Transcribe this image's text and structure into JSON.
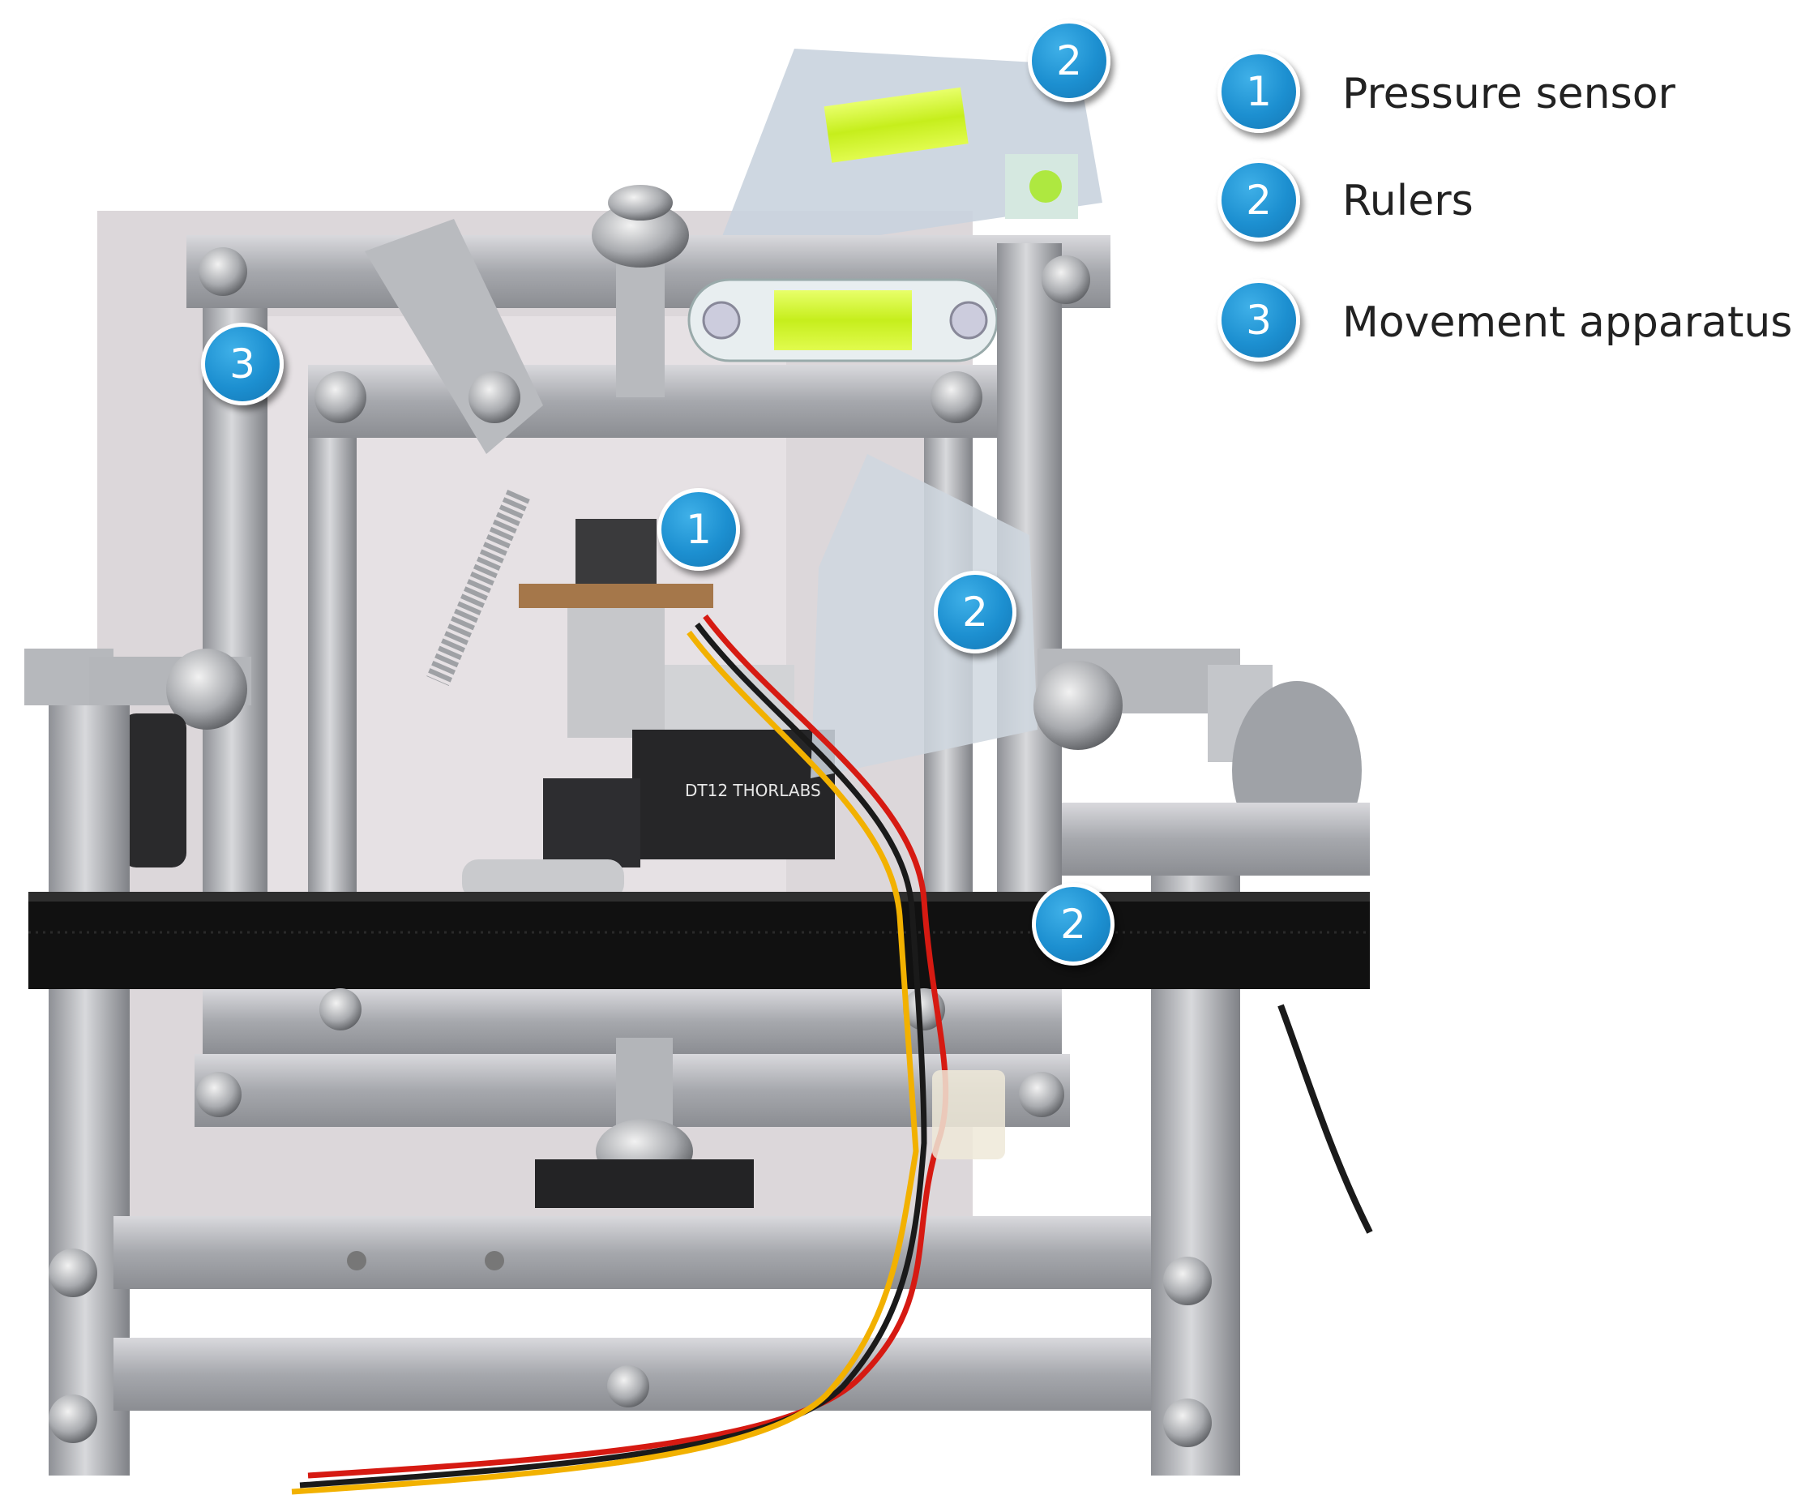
{
  "legend": [
    {
      "number": "1",
      "label": "Pressure sensor"
    },
    {
      "number": "2",
      "label": "Rulers"
    },
    {
      "number": "3",
      "label": "Movement apparatus"
    }
  ],
  "callouts": [
    {
      "number": "2"
    },
    {
      "number": "3"
    },
    {
      "number": "1"
    },
    {
      "number": "2"
    },
    {
      "number": "2"
    }
  ],
  "photo_labels": {
    "stage_brand": "DT12 THORLABS"
  },
  "colors": {
    "badge": "#1c8fd0",
    "badge_border": "#ffffff",
    "legend_text": "#222222"
  }
}
